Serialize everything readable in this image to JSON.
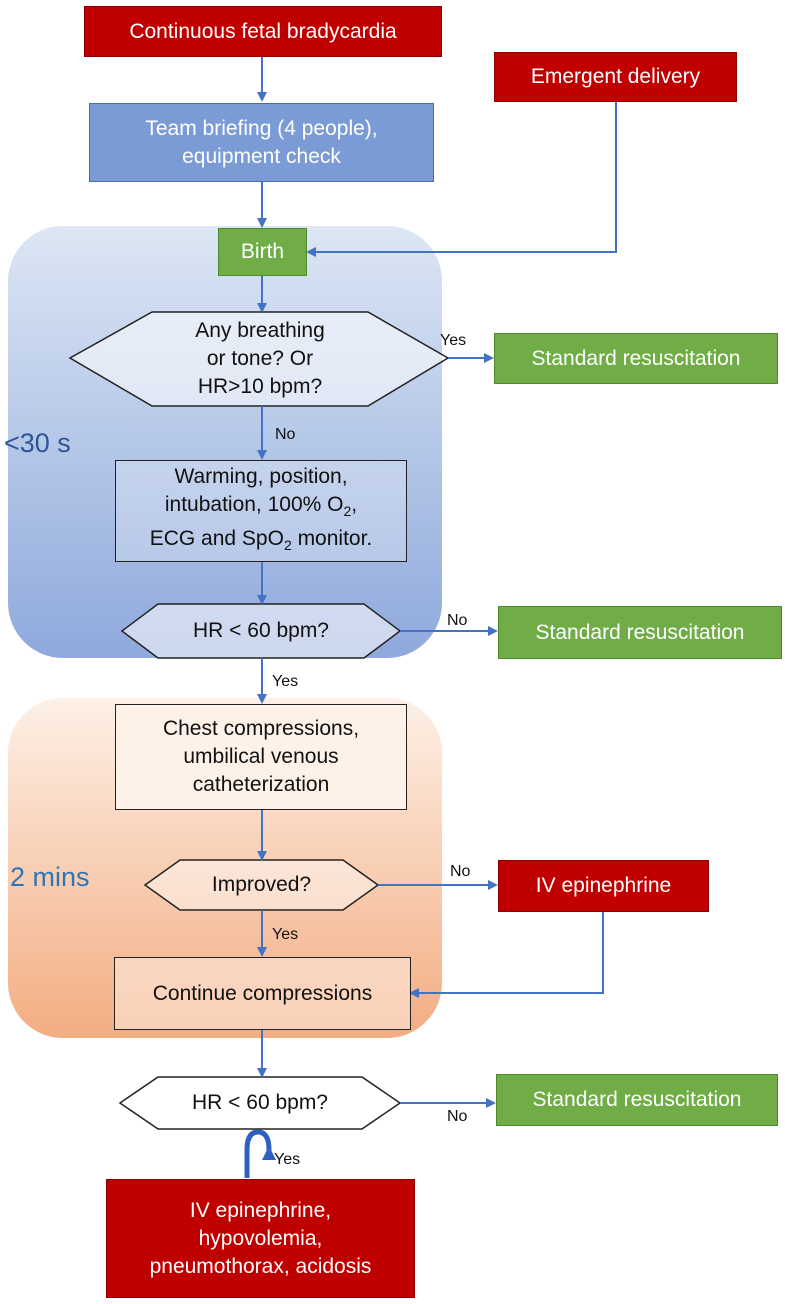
{
  "nodes": {
    "continuous_bradycardia": "Continuous fetal bradycardia",
    "emergent_delivery": "Emergent delivery",
    "team_briefing_line1": "Team briefing (4 people),",
    "team_briefing_line2": "equipment check",
    "birth": "Birth",
    "breathing_q_line1": "Any breathing",
    "breathing_q_line2": "or tone? Or",
    "breathing_q_line3": "HR>10 bpm?",
    "standard_resus_1": "Standard resuscitation",
    "warming_line1": "Warming, position,",
    "warming_line2_pre": "intubation, 100% O",
    "warming_line2_sub": "2",
    "warming_line2_post": ",",
    "warming_line3_pre": "ECG and SpO",
    "warming_line3_sub": "2",
    "warming_line3_post": " monitor.",
    "hr_q_1": "HR < 60 bpm?",
    "standard_resus_2": "Standard resuscitation",
    "chest_line1": "Chest compressions,",
    "chest_line2": "umbilical venous",
    "chest_line3": "catheterization",
    "improved_q": "Improved?",
    "iv_epinephrine": "IV epinephrine",
    "continue_compressions": "Continue compressions",
    "hr_q_2": "HR < 60 bpm?",
    "standard_resus_3": "Standard resuscitation",
    "final_line1": "IV epinephrine,",
    "final_line2": "hypovolemia,",
    "final_line3": "pneumothorax, acidosis"
  },
  "edges": {
    "yes_1": "Yes",
    "no_1": "No",
    "no_2": "No",
    "yes_2": "Yes",
    "no_3": "No",
    "yes_3": "Yes",
    "no_4": "No",
    "yes_4": "Yes"
  },
  "phases": {
    "phase_1": "<30 s",
    "phase_2": "2 mins"
  },
  "colors": {
    "red": "#c00000",
    "green": "#70ad47",
    "blue_box": "#7a9bd6",
    "arrow": "#4472c4",
    "phase1_fill": "#b4c7e7",
    "phase2_fill": "#f4b183"
  }
}
